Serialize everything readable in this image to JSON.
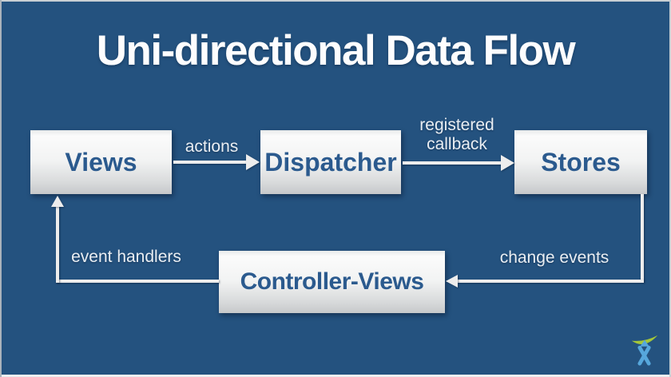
{
  "slide": {
    "title": "Uni-directional Data Flow"
  },
  "diagram": {
    "nodes": [
      {
        "id": "views",
        "label": "Views"
      },
      {
        "id": "dispatcher",
        "label": "Dispatcher"
      },
      {
        "id": "stores",
        "label": "Stores"
      },
      {
        "id": "controller-views",
        "label": "Controller-Views"
      }
    ],
    "edges": [
      {
        "from": "views",
        "to": "dispatcher",
        "label": "actions"
      },
      {
        "from": "dispatcher",
        "to": "stores",
        "label": "registered callback"
      },
      {
        "from": "stores",
        "to": "controller-views",
        "label": "change events"
      },
      {
        "from": "controller-views",
        "to": "views",
        "label": "event handlers"
      }
    ]
  },
  "logo": {
    "name": "atlassian-logo"
  },
  "palette": {
    "bg": "#24527F",
    "title": "#FDFDFE",
    "node_text": "#2B5A8E",
    "label": "#E9EEF3",
    "arrow": "#EDEDED",
    "logo_green": "#A5C738",
    "logo_blue": "#56A7DC"
  }
}
